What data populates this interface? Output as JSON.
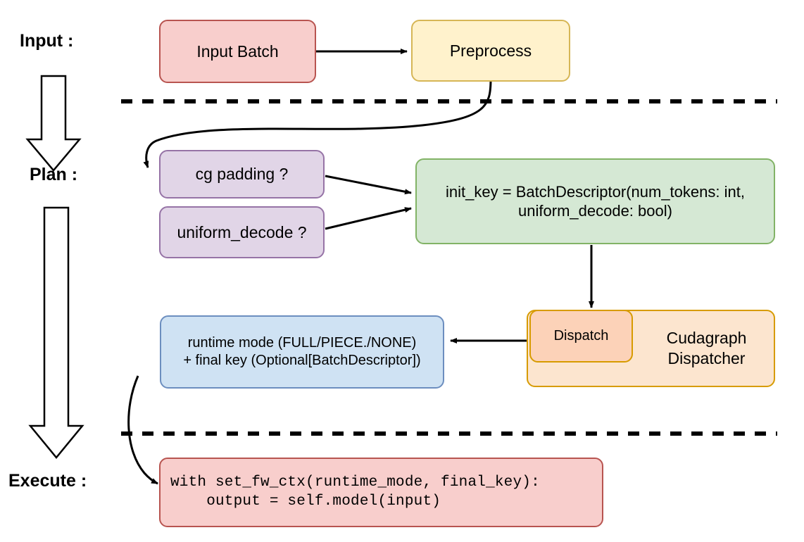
{
  "title": "vLLM cudagraph dispatch pipeline diagram",
  "stages": [
    {
      "label": "Input :"
    },
    {
      "label": "Plan :"
    },
    {
      "label": "Execute :"
    }
  ],
  "nodes": {
    "input_batch": {
      "label": "Input Batch",
      "fill": "#f8cecc",
      "stroke": "#b85450"
    },
    "preprocess": {
      "label": "Preprocess",
      "fill": "#fff2cc",
      "stroke": "#d6b656"
    },
    "cg_padding": {
      "label": "cg padding ?",
      "fill": "#e1d5e7",
      "stroke": "#9673a6"
    },
    "uniform_decode": {
      "label": "uniform_decode ?",
      "fill": "#e1d5e7",
      "stroke": "#9673a6"
    },
    "init_key": {
      "line1": "init_key = BatchDescriptor(num_tokens: int,",
      "line2": "uniform_decode: bool)",
      "fill": "#d5e8d4",
      "stroke": "#82b366"
    },
    "cudagraph_dispatcher": {
      "line1": "Cudagraph",
      "line2": "Dispatcher",
      "fill": "#fce5cf",
      "stroke": "#d79b00"
    },
    "dispatch": {
      "label": "Dispatch",
      "fill": "#fcd2b8",
      "stroke": "#d79b00"
    },
    "runtime_mode": {
      "line1": "runtime mode (FULL/PIECE./NONE)",
      "line2": "+ final key (Optional[BatchDescriptor])",
      "fill": "#cfe2f3",
      "stroke": "#6c8ebf"
    },
    "execute_code": {
      "line1": "with set_fw_ctx(runtime_mode, final_key):",
      "line2": "    output = self.model(input)",
      "fill": "#f8cecc",
      "stroke": "#b85450"
    }
  },
  "connectors": [
    {
      "name": "input-batch-to-preprocess",
      "kind": "arrow"
    },
    {
      "name": "preprocess-to-cg-padding",
      "kind": "curved-arrow"
    },
    {
      "name": "cg-padding-to-init-key",
      "kind": "arrow"
    },
    {
      "name": "uniform-decode-to-init-key",
      "kind": "arrow"
    },
    {
      "name": "init-key-to-dispatch",
      "kind": "arrow"
    },
    {
      "name": "dispatch-to-runtime-mode",
      "kind": "arrow"
    },
    {
      "name": "runtime-mode-to-execute-code",
      "kind": "curved-arrow"
    }
  ],
  "separators": [
    {
      "name": "input-plan-divider",
      "style": "dashed"
    },
    {
      "name": "plan-execute-divider",
      "style": "dashed"
    }
  ],
  "flow_arrows": [
    {
      "name": "input-to-plan-block-arrow",
      "direction": "down"
    },
    {
      "name": "plan-to-execute-block-arrow",
      "direction": "down"
    }
  ],
  "colors": {
    "line": "#000000",
    "background": "#ffffff"
  }
}
